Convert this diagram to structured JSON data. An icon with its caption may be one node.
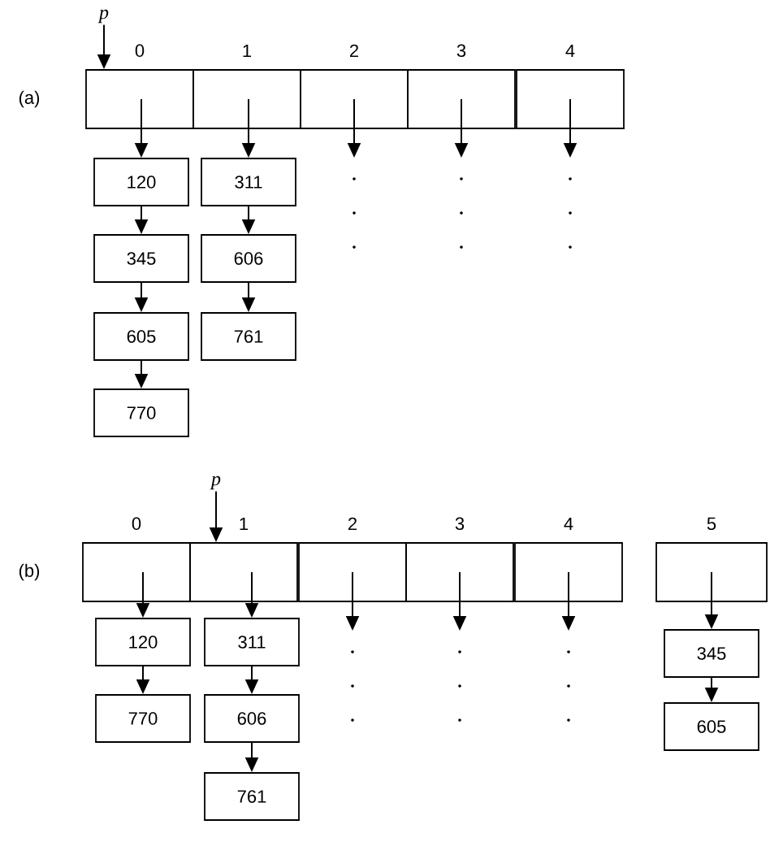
{
  "diagram": {
    "nodes": [
      {
        "text": [
          "p"
        ]
      },
      {
        "text": [],
        "shape": "box",
        "beside": [
          "0"
        ]
      },
      {
        "text": [],
        "shape": "box",
        "beside": [
          "1"
        ]
      },
      {
        "text": [],
        "shape": "box",
        "beside": [
          "2"
        ]
      },
      {
        "text": [],
        "shape": "box",
        "beside": [
          "3"
        ]
      },
      {
        "text": [],
        "shape": "box",
        "beside": [
          "4"
        ]
      },
      {
        "text": [
          "120"
        ]
      },
      {
        "text": [
          "345"
        ]
      },
      {
        "text": [
          "605"
        ]
      },
      {
        "text": [
          "770"
        ]
      },
      {
        "text": [
          "311"
        ]
      },
      {
        "text": [
          "606"
        ]
      },
      {
        "text": [
          "761"
        ]
      },
      {
        "text": [
          "p"
        ]
      },
      {
        "text": [],
        "shape": "box",
        "beside": [
          "0"
        ]
      },
      {
        "text": [],
        "shape": "box",
        "beside": [
          "1"
        ]
      },
      {
        "text": [],
        "shape": "box",
        "beside": [
          "2"
        ]
      },
      {
        "text": [],
        "shape": "box",
        "beside": [
          "3"
        ]
      },
      {
        "text": [],
        "shape": "box",
        "beside": [
          "4"
        ]
      },
      {
        "text": [],
        "shape": "box",
        "beside": [
          "5"
        ]
      },
      {
        "text": [
          "120"
        ]
      },
      {
        "text": [
          "770"
        ]
      },
      {
        "text": [
          "311"
        ]
      },
      {
        "text": [
          "606"
        ]
      },
      {
        "text": [
          "761"
        ]
      },
      {
        "text": [
          "345"
        ]
      },
      {
        "text": [
          "605"
        ]
      }
    ],
    "edges": [
      {
        "from": 0,
        "to": 1,
        "arrow": "to"
      },
      {
        "from": 1,
        "to": 6,
        "arrow": "to"
      },
      {
        "from": 6,
        "to": 7,
        "arrow": "to"
      },
      {
        "from": 7,
        "to": 8,
        "arrow": "to"
      },
      {
        "from": 8,
        "to": 9,
        "arrow": "to"
      },
      {
        "from": 2,
        "to": 10,
        "arrow": "to"
      },
      {
        "from": 10,
        "to": 11,
        "arrow": "to"
      },
      {
        "from": 11,
        "to": 12,
        "arrow": "to"
      },
      {
        "from": 3,
        "to": null,
        "arrow": "to"
      },
      {
        "from": 4,
        "to": null,
        "arrow": "to"
      },
      {
        "from": 5,
        "to": null,
        "arrow": "to"
      },
      {
        "from": 13,
        "to": 15,
        "arrow": "to"
      },
      {
        "from": 14,
        "to": 20,
        "arrow": "to"
      },
      {
        "from": 20,
        "to": 21,
        "arrow": "to"
      },
      {
        "from": 15,
        "to": 22,
        "arrow": "to"
      },
      {
        "from": 22,
        "to": 23,
        "arrow": "to"
      },
      {
        "from": 23,
        "to": 24,
        "arrow": "to"
      },
      {
        "from": 16,
        "to": null,
        "arrow": "to"
      },
      {
        "from": 17,
        "to": null,
        "arrow": "to"
      },
      {
        "from": 18,
        "to": null,
        "arrow": "to"
      },
      {
        "from": 19,
        "to": 25,
        "arrow": "to"
      },
      {
        "from": 25,
        "to": 26,
        "arrow": "to"
      }
    ],
    "labels": [
      "(a)",
      "(b)"
    ]
  }
}
